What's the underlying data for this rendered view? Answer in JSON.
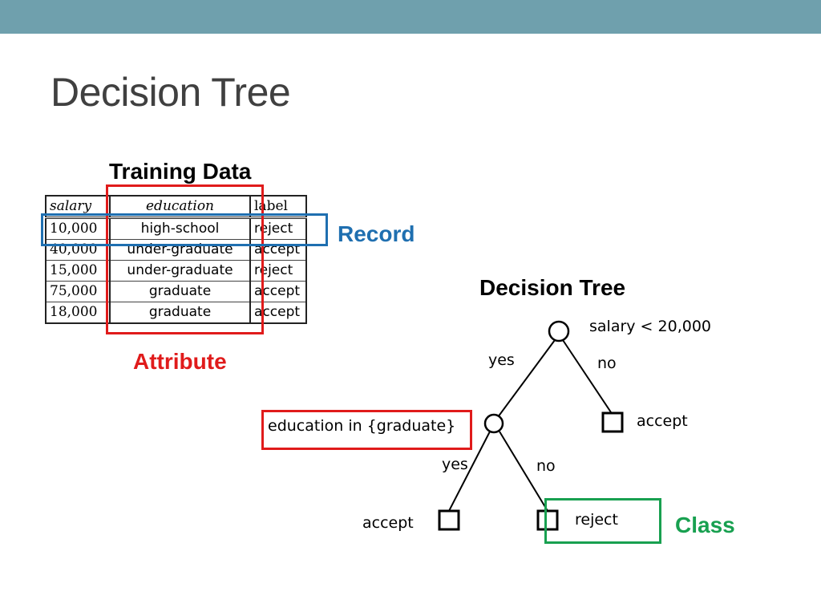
{
  "slide": {
    "title": "Decision Tree"
  },
  "training": {
    "title": "Training Data",
    "headers": [
      "salary",
      "education",
      "label"
    ],
    "rows": [
      [
        "10,000",
        "high-school",
        "reject"
      ],
      [
        "40,000",
        "under-graduate",
        "accept"
      ],
      [
        "15,000",
        "under-graduate",
        "reject"
      ],
      [
        "75,000",
        "graduate",
        "accept"
      ],
      [
        "18,000",
        "graduate",
        "accept"
      ]
    ]
  },
  "labels": {
    "record": "Record",
    "attribute": "Attribute",
    "class": "Class"
  },
  "tree": {
    "title": "Decision Tree",
    "root_condition": "salary < 20,000",
    "root_yes": "yes",
    "root_no": "no",
    "root_no_leaf": "accept",
    "inner_condition": "education in {graduate}",
    "inner_yes": "yes",
    "inner_no": "no",
    "inner_yes_leaf": "accept",
    "inner_no_leaf": "reject"
  },
  "colors": {
    "top_bar": "#6fa0ad",
    "record": "#1f6fb0",
    "attribute": "#e01b1b",
    "class": "#18a050"
  }
}
